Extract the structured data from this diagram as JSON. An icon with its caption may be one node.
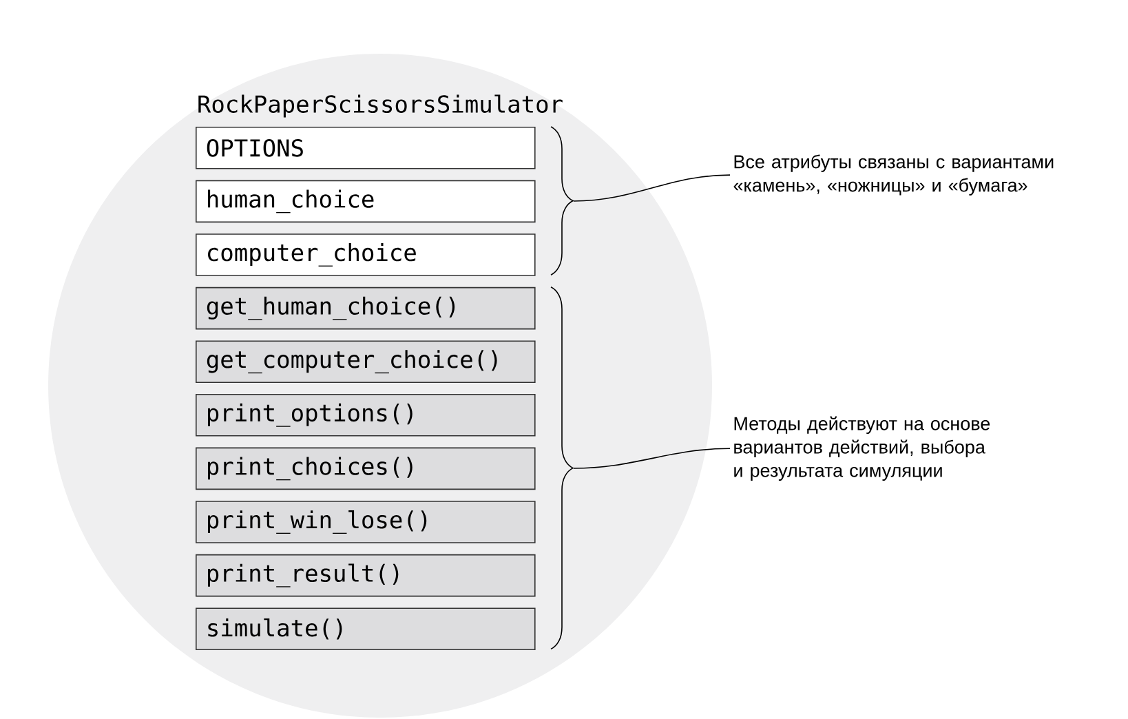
{
  "diagram": {
    "nodes": [
      {
        "text": [
          "RockPaperScissorsSimulator"
        ]
      },
      {
        "text": [
          "OPTIONS"
        ],
        "in": 0
      },
      {
        "text": [
          "human_choice"
        ],
        "in": 0
      },
      {
        "text": [
          "computer_choice"
        ],
        "in": 0
      },
      {
        "text": [
          "get_human_choice()"
        ],
        "in": 0
      },
      {
        "text": [
          "get_computer_choice()"
        ],
        "in": 0
      },
      {
        "text": [
          "print_options()"
        ],
        "in": 0
      },
      {
        "text": [
          "print_choices()"
        ],
        "in": 0
      },
      {
        "text": [
          "print_win_lose()"
        ],
        "in": 0
      },
      {
        "text": [
          "print_result()"
        ],
        "in": 0
      },
      {
        "text": [
          "simulate()"
        ],
        "in": 0
      },
      {
        "text": [
          "Все атрибуты связаны с вариантами «камень», «ножницы» и «бумага»"
        ]
      },
      {
        "text": [
          "Методы действуют на основе вариантов действий, выбора и результата симуляции"
        ]
      },
      {
        "text": [],
        "shape": "brace",
        "in": 0
      },
      {
        "text": [],
        "shape": "brace",
        "in": 0
      }
    ],
    "edges": [
      {
        "from": 11,
        "to": 13,
        "arrow": "none"
      },
      {
        "from": 12,
        "to": 14,
        "arrow": "none"
      }
    ]
  }
}
